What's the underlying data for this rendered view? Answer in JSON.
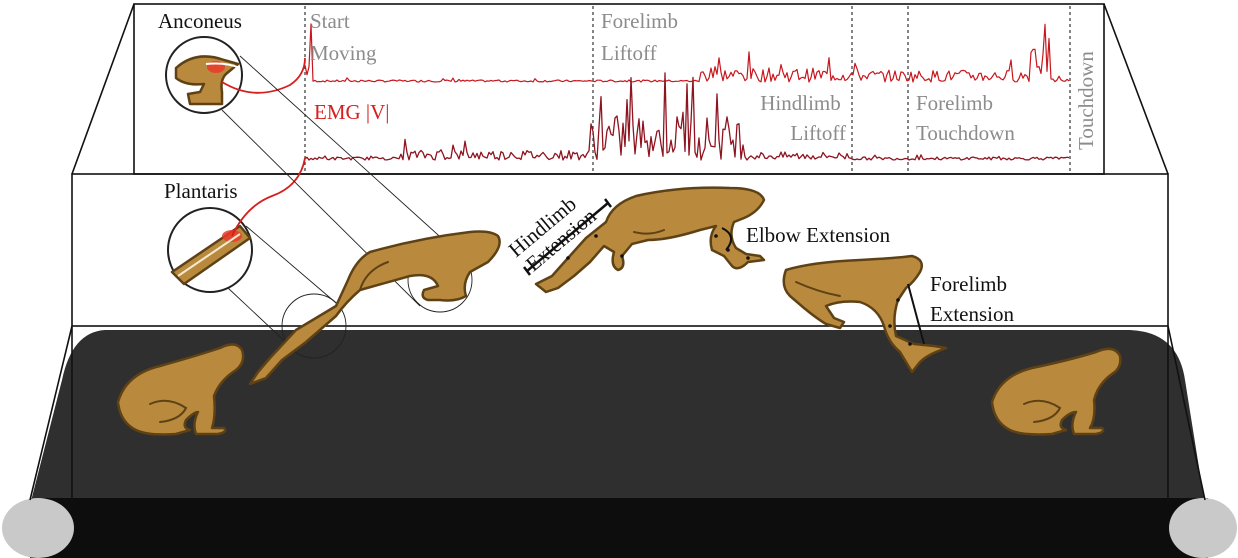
{
  "muscles": {
    "anconeus": "Anconeus",
    "plantaris": "Plantaris"
  },
  "emg_label": "EMG |V|",
  "phases": {
    "start_moving": [
      "Start",
      "Moving"
    ],
    "forelimb_liftoff": [
      "Forelimb",
      "Liftoff"
    ],
    "hindlimb_liftoff": [
      "Hindlimb",
      "Liftoff"
    ],
    "forelimb_touchdown": [
      "Forelimb",
      "Touchdown"
    ],
    "touchdown": "Touchdown"
  },
  "annotations": {
    "hindlimb_extension": [
      "Hindlimb",
      "Extension"
    ],
    "elbow_extension": "Elbow Extension",
    "forelimb_extension": [
      "Forelimb",
      "Extension"
    ]
  },
  "colors": {
    "frog_fill": "#b98a3e",
    "frog_outline": "#5e4215",
    "emg_trace": "#c8161d",
    "emg_trace_dark": "#8e1420",
    "phase_text": "#8c8c8c",
    "treadmill": "#2b2b2b",
    "roller": "#c9c9c9"
  }
}
